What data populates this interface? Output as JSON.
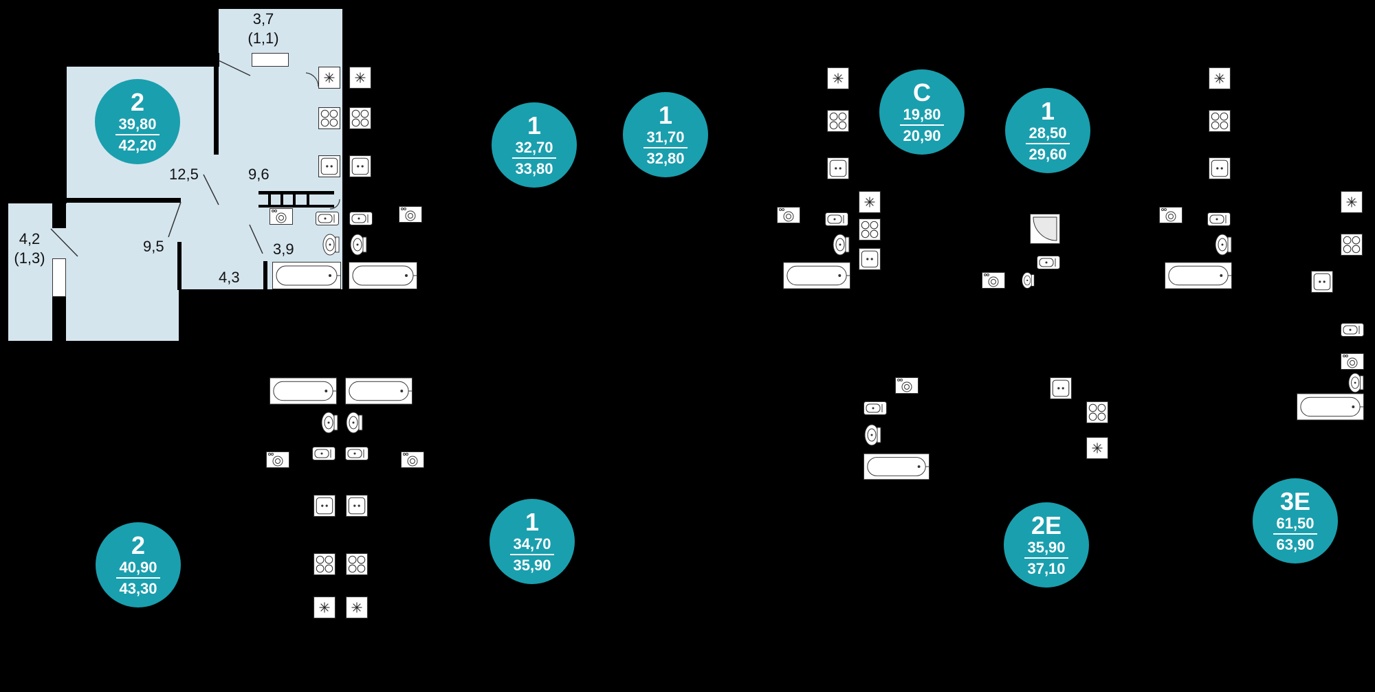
{
  "colors": {
    "background": "#000000",
    "room_fill": "#d5e5ee",
    "badge_fill": "#1a9fae",
    "badge_text": "#ffffff",
    "fixture_fill": "#ffffff"
  },
  "room_labels": {
    "balcony_top_area": "3,7",
    "balcony_top_sub": "(1,1)",
    "left_balcony_area": "4,2",
    "left_balcony_sub": "(1,3)",
    "room_a": "12,5",
    "room_b": "9,6",
    "room_c": "9,5",
    "room_d": "3,9",
    "room_e": "4,3"
  },
  "badges": [
    {
      "type": "2",
      "area_living": "39,80",
      "area_total": "42,20"
    },
    {
      "type": "1",
      "area_living": "32,70",
      "area_total": "33,80"
    },
    {
      "type": "1",
      "area_living": "31,70",
      "area_total": "32,80"
    },
    {
      "type": "С",
      "area_living": "19,80",
      "area_total": "20,90"
    },
    {
      "type": "1",
      "area_living": "28,50",
      "area_total": "29,60"
    },
    {
      "type": "2",
      "area_living": "40,90",
      "area_total": "43,30"
    },
    {
      "type": "1",
      "area_living": "34,70",
      "area_total": "35,90"
    },
    {
      "type": "2Е",
      "area_living": "35,90",
      "area_total": "37,10"
    },
    {
      "type": "3Е",
      "area_living": "61,50",
      "area_total": "63,90"
    }
  ],
  "fixture_icons": {
    "fridge": "fridge-icon",
    "stove": "stove-icon",
    "sink": "kitchen-sink-icon",
    "washer": "washing-machine-icon",
    "basin": "washbasin-icon",
    "toilet": "toilet-icon",
    "bathtub": "bathtub-icon",
    "shower": "shower-icon"
  }
}
